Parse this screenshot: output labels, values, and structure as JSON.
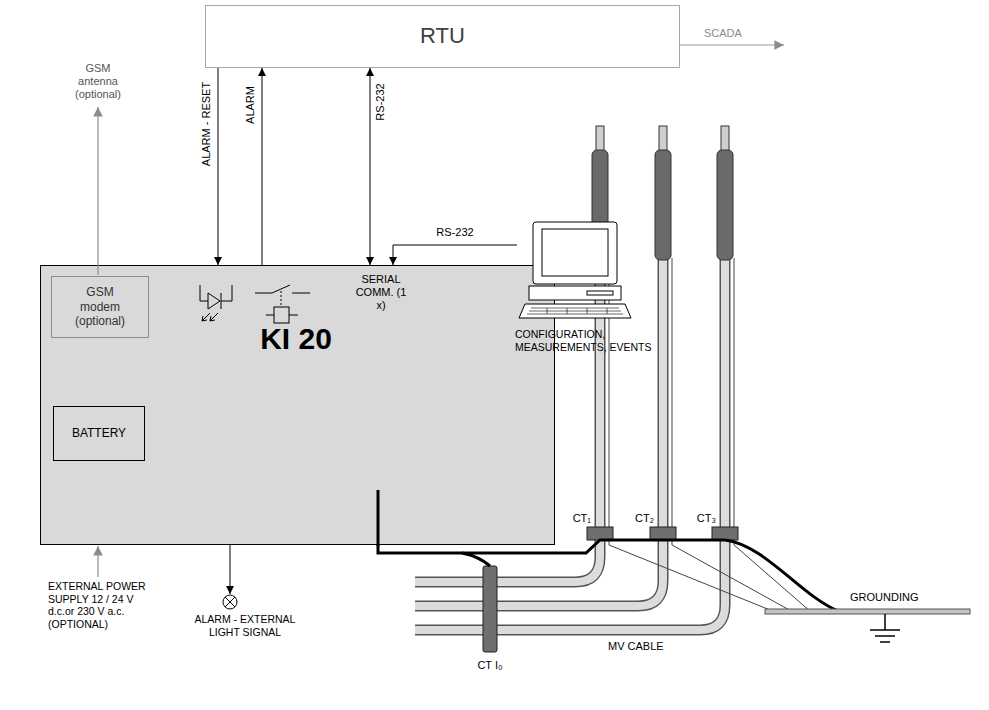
{
  "diagram": {
    "nodes": [
      {
        "text": [
          "RTU"
        ]
      },
      {
        "text": [
          "KI 20",
          "SERIAL COMM. (1 x)"
        ]
      },
      {
        "text": [
          "GSM modem (optional)"
        ],
        "in": 1
      },
      {
        "text": [
          "BATTERY"
        ],
        "in": 1
      },
      {
        "text": [
          "CONFIGURATION, MEASUREMENTS, EVENTS"
        ]
      }
    ],
    "edges": [
      {
        "from": 0,
        "to": 1,
        "arrow": "to",
        "label": "ALARM - RESET"
      },
      {
        "from": 1,
        "to": 0,
        "arrow": "to",
        "label": "ALARM"
      },
      {
        "from": 0,
        "to": 1,
        "arrow": "both",
        "label": "RS-232"
      },
      {
        "from": 4,
        "to": 1,
        "arrow": "to",
        "label": "RS-232"
      }
    ],
    "labels": [
      "SCADA",
      "GSM antenna (optional)",
      "EXTERNAL POWER SUPPLY 12 / 24 V d.c.or 230 V a.c. (OPTIONAL)",
      "ALARM - EXTERNAL LIGHT SIGNAL",
      "CT₁",
      "CT₂",
      "CT₃",
      "CT I₀",
      "GROUNDING",
      "MV CABLE"
    ]
  }
}
